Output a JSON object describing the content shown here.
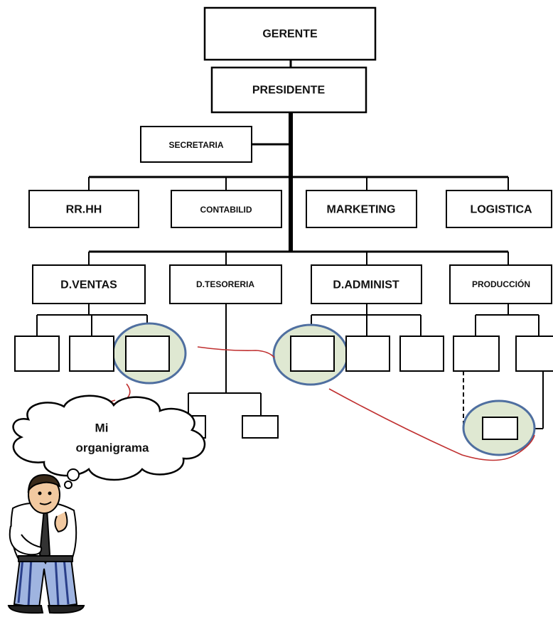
{
  "org_chart": {
    "top": "GERENTE",
    "president": "PRESIDENTE",
    "staff": "SECRETARIA",
    "departments": [
      "RR.HH",
      "CONTABILID",
      "MARKETING",
      "LOGISTICA"
    ],
    "divisions": [
      "D.VENTAS",
      "D.TESORERIA",
      "D.ADMINIST",
      "PRODUCCIÓN"
    ]
  },
  "thought_bubble": {
    "line1": "Mi",
    "line2": "organigrama"
  },
  "colors": {
    "line": "#000000",
    "highlight_fill": "#dfe8d2",
    "highlight_stroke": "#4f6fa0",
    "annotation": "#c03030"
  }
}
